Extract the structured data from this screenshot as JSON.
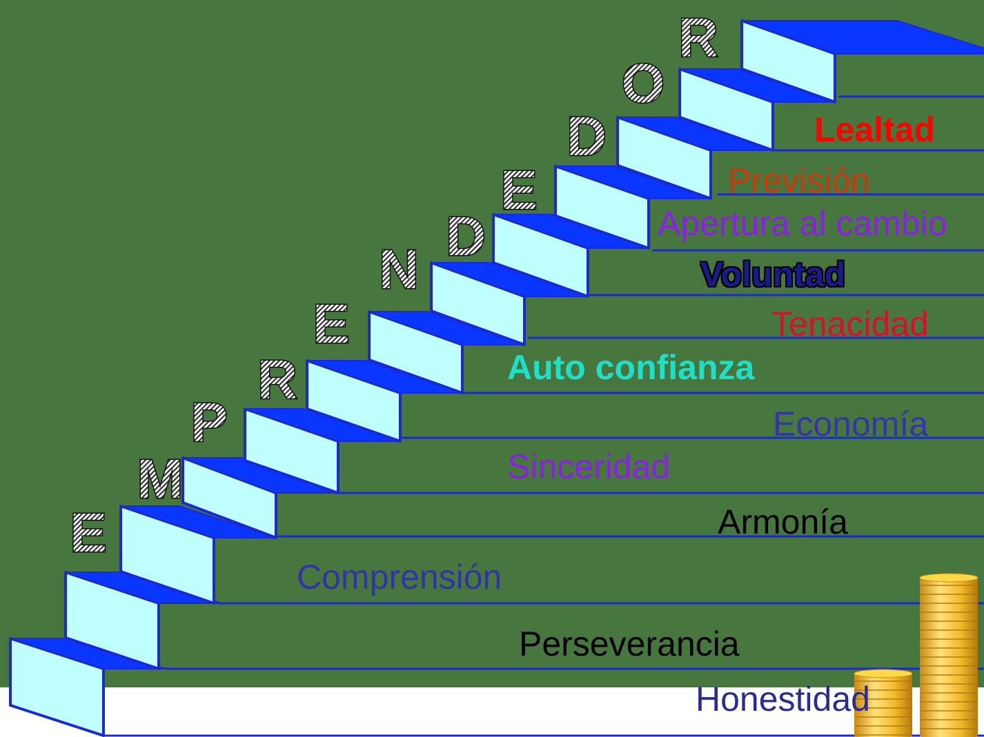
{
  "title_letters": [
    "E",
    "M",
    "P",
    "R",
    "E",
    "N",
    "D",
    "E",
    "D",
    "O",
    "R"
  ],
  "values": [
    {
      "label": "Honestidad",
      "color": "#2b2b96"
    },
    {
      "label": "Perseverancia",
      "color": "#000000"
    },
    {
      "label": "Comprensión",
      "color": "#3333a8"
    },
    {
      "label": "Armonía",
      "color": "#000000"
    },
    {
      "label": "Sinceridad",
      "color": "#8a1fe6"
    },
    {
      "label": "Economía",
      "color": "#3535aa"
    },
    {
      "label": "Auto confianza",
      "color": "#1ee0c8"
    },
    {
      "label": "Tenacidad",
      "color": "#d8102c"
    },
    {
      "label": "Voluntad",
      "color": "#1a1a8c"
    },
    {
      "label": "Apertura al cambio",
      "color": "#8a1fe6"
    },
    {
      "label": "Previsión",
      "color": "#c83a0a"
    },
    {
      "label": "Lealtad",
      "color": "#ff0000"
    }
  ],
  "colors": {
    "background": "#47773f",
    "floor": "#ffffff",
    "tread": "#0a37ff",
    "riser": "#c0ffff",
    "edge": "#1a2ad0",
    "coin": "#f4c230"
  },
  "decoration": {
    "icon": "gold-coin-stacks-icon"
  }
}
